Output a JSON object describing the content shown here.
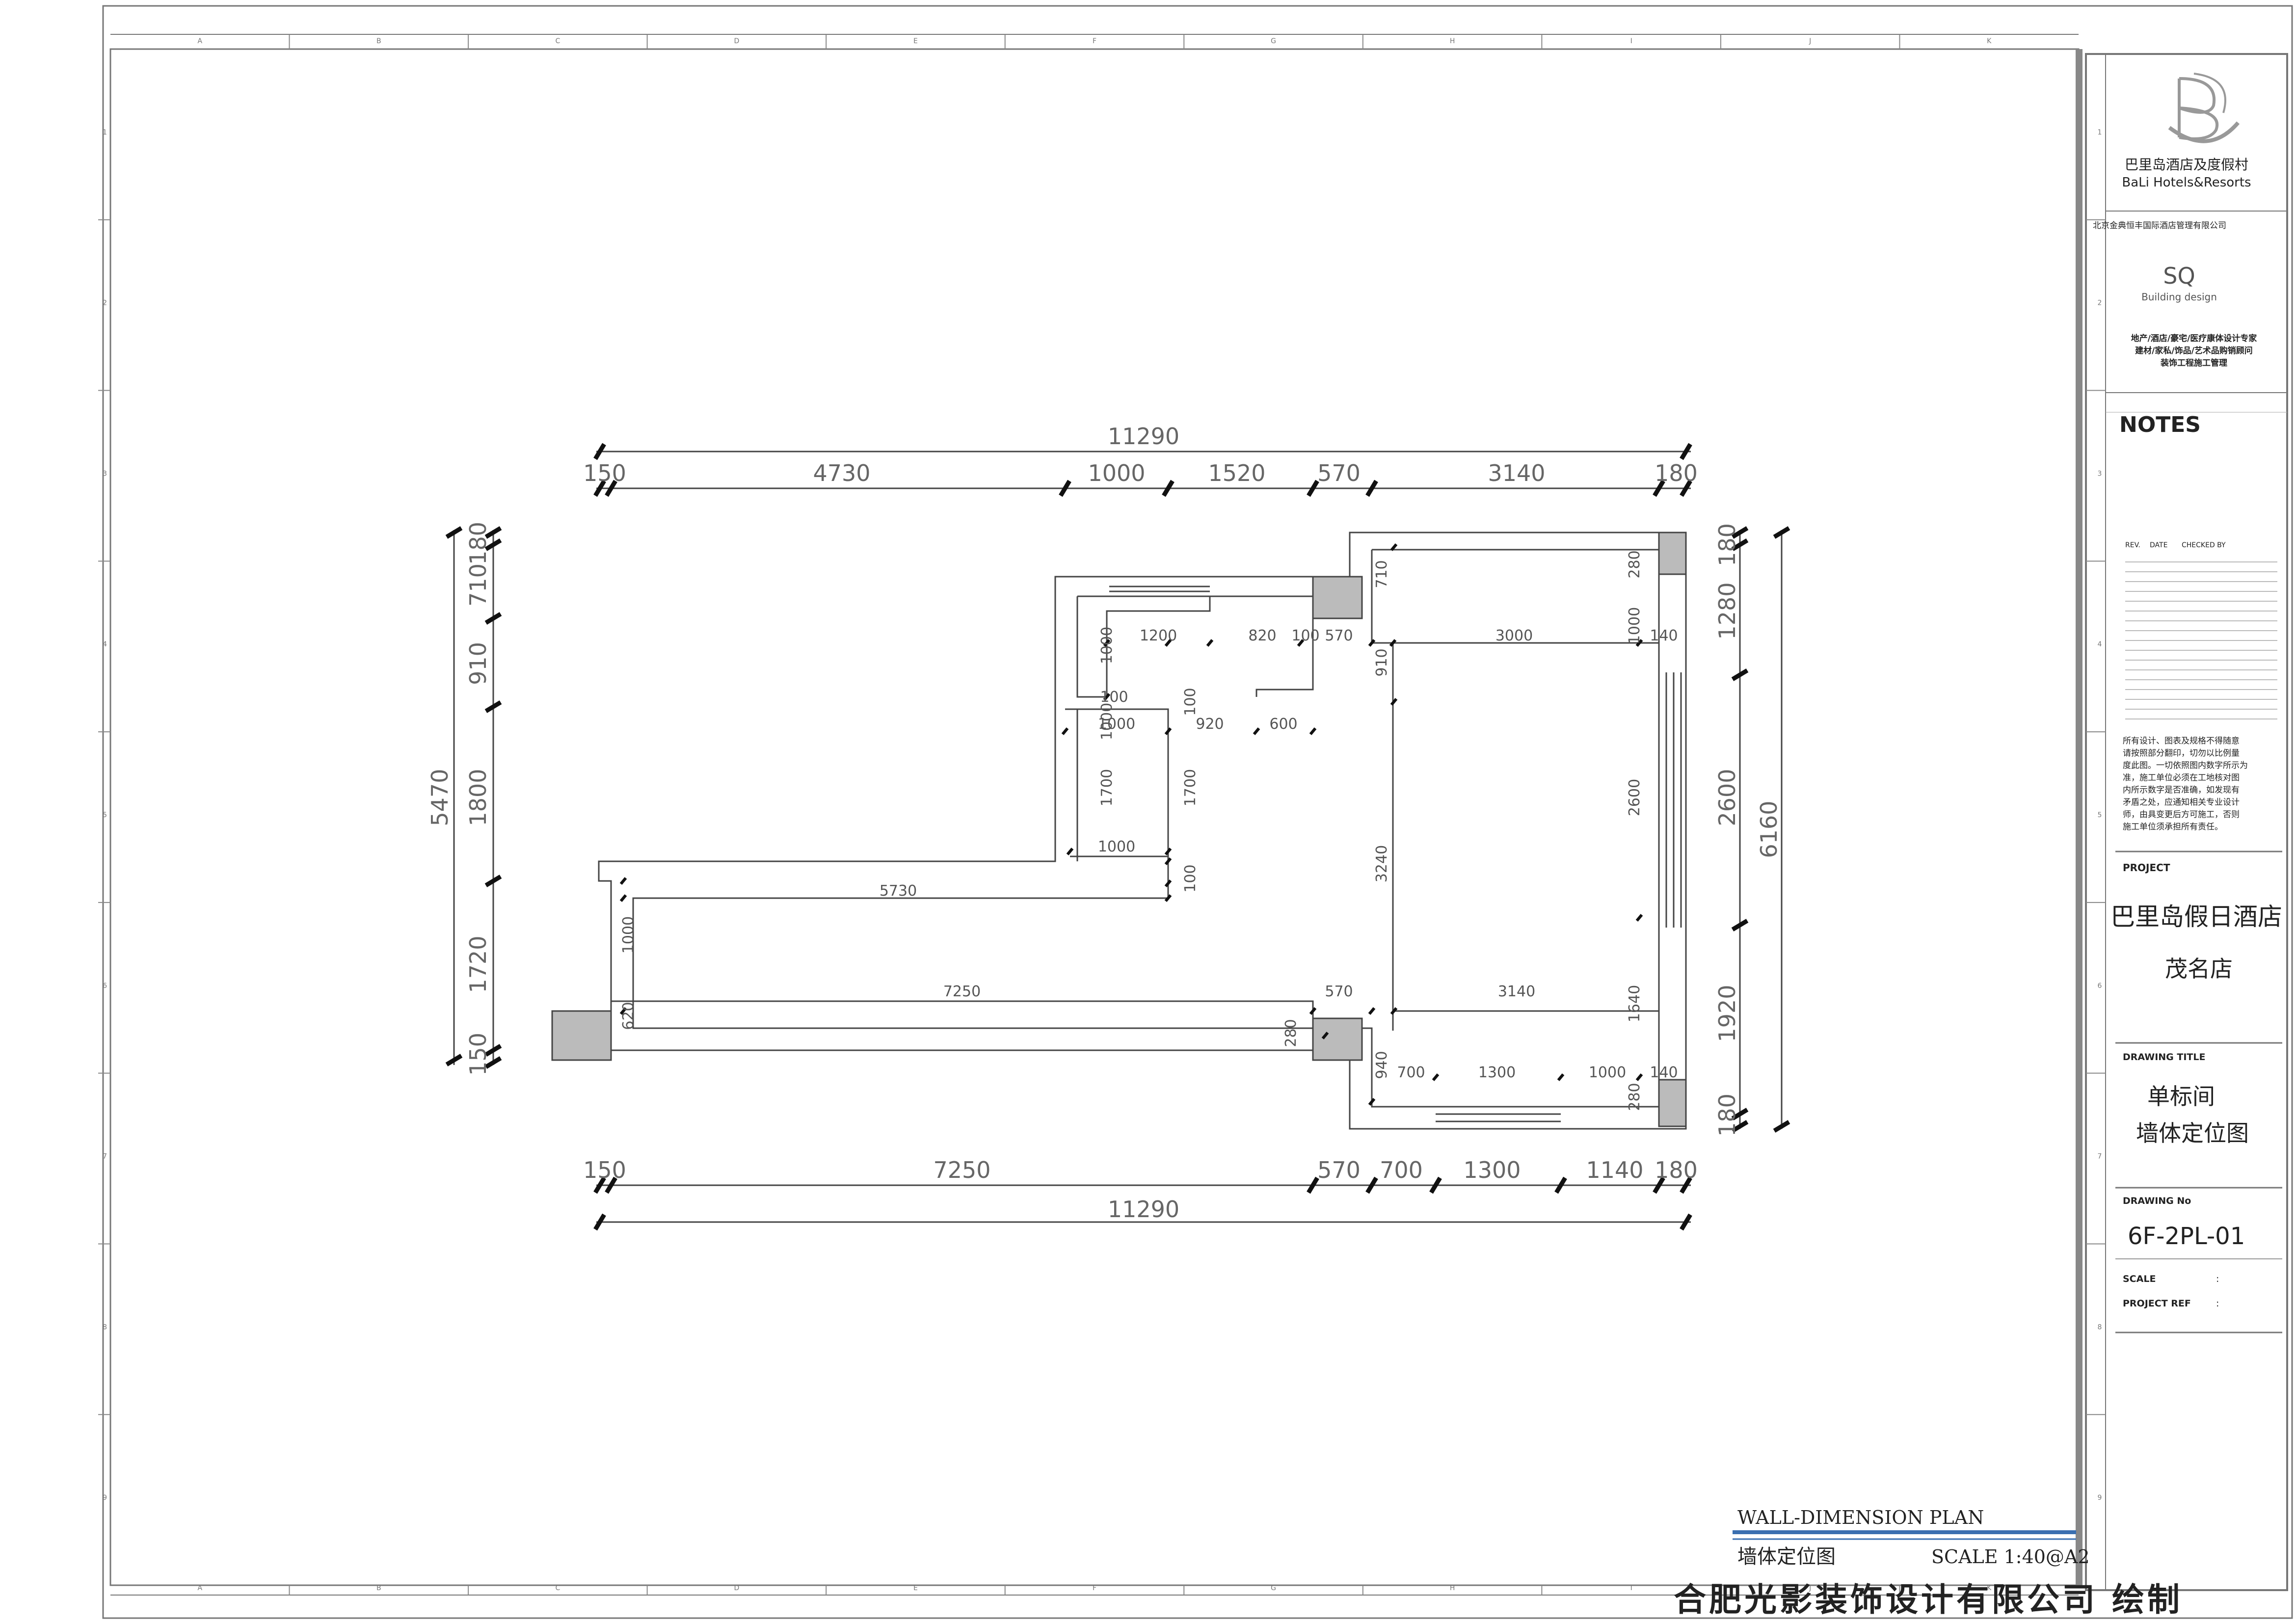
{
  "sheet": {
    "grid_cols": [
      "A",
      "B",
      "C",
      "D",
      "E",
      "F",
      "G",
      "H",
      "I",
      "J",
      "K"
    ],
    "grid_rows": [
      "1",
      "2",
      "3",
      "4",
      "5",
      "6",
      "7",
      "8",
      "9"
    ]
  },
  "title_block": {
    "brand_name_cn": "巴里岛酒店及度假村",
    "brand_name_en": "BaLi Hotels&Resorts",
    "company_cn": "北京金典恒丰国际酒店管理有限公司",
    "design_logo": "SQ",
    "design_sub": "Building design",
    "specialty_1": "地产/酒店/豪宅/医疗康体设计专家",
    "specialty_2": "建材/家私/饰品/艺术品购销顾问",
    "specialty_3": "装饰工程施工管理",
    "notes_label": "NOTES",
    "rev_label": "REV.",
    "date_label": "DATE",
    "checked_label": "CHECKED BY",
    "disclaimer": [
      "所有设计、图表及规格不得随意",
      "请按照部分翻印，切勿以比例量",
      "度此图。一切依照图内数字所示为",
      "准，施工单位必须在工地核对图",
      "内所示数字是否准确，如发现有",
      "矛盾之处，应通知相关专业设计",
      "师，由具变更后方可施工，否则",
      "施工单位须承担所有责任。"
    ],
    "project_label": "PROJECT",
    "project_name": "巴里岛假日酒店",
    "project_branch": "茂名店",
    "drawing_title_label": "DRAWING  TITLE",
    "drawing_title_1": "单标间",
    "drawing_title_2": "墙体定位图",
    "drawing_no_label": "DRAWING No",
    "drawing_no": "6F-2PL-01",
    "scale_label": "SCALE",
    "scale_value": ":",
    "project_ref_label": "PROJECT REF",
    "project_ref_value": ":"
  },
  "drawing_caption": {
    "title_en": "WALL-DIMENSION PLAN",
    "title_cn": "墙体定位图",
    "scale": "SCALE   1:40@A2"
  },
  "footer_credit": "合肥光影装饰设计有限公司 绘制",
  "dimensions": {
    "top_total": "11290",
    "top": [
      "150",
      "4730",
      "1000",
      "1520",
      "570",
      "3140",
      "180"
    ],
    "bottom": [
      "150",
      "7250",
      "570",
      "700",
      "1300",
      "1140",
      "180"
    ],
    "bottom_total": "11290",
    "left_total": "5470",
    "left": [
      "180",
      "710",
      "910",
      "1800",
      "1720",
      "150"
    ],
    "right": [
      "180",
      "1280",
      "2600",
      "1920",
      "180"
    ],
    "right_total": "6160",
    "interior": [
      "710",
      "280",
      "1200",
      "1000",
      "820",
      "100",
      "570",
      "3000",
      "1000",
      "140",
      "1000",
      "100",
      "100",
      "1000",
      "920",
      "600",
      "910",
      "1700",
      "1700",
      "2600",
      "3240",
      "1000",
      "100",
      "5730",
      "1000",
      "7250",
      "570",
      "3140",
      "620",
      "280",
      "1640",
      "940",
      "700",
      "1300",
      "1000",
      "280",
      "140"
    ]
  }
}
